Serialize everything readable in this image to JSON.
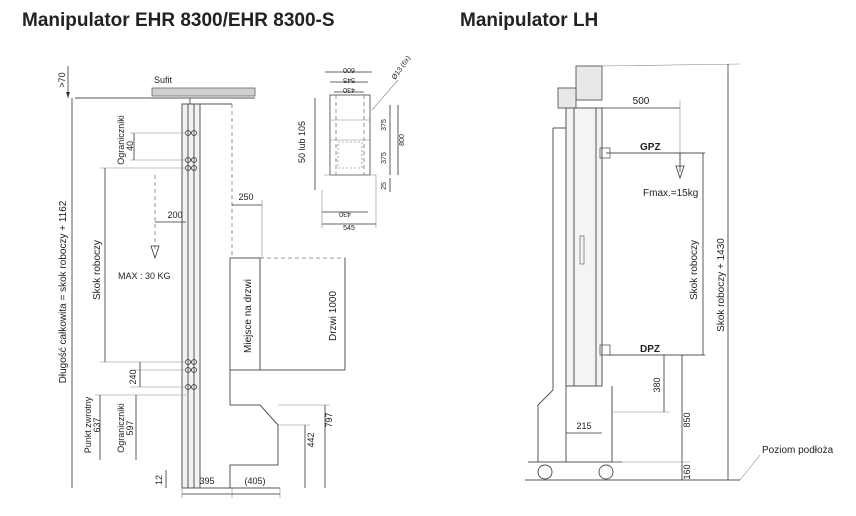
{
  "titles": {
    "left": "Manipulator EHR 8300/EHR 8300-S",
    "right": "Manipulator LH"
  },
  "left_drawing": {
    "ceiling": "Sufit",
    "min_clearance": ">70",
    "total_length": "Długość całkowita = skok roboczy + 1162",
    "limiters_top": "Ograniczniki",
    "limiters_top_val": "40",
    "arm": "200",
    "load": "MAX : 30 KG",
    "stroke": "Skok roboczy",
    "gap_240": "240",
    "return_point": "Punkt zwrotny",
    "return_point_val": "637",
    "limiters_bottom": "Ograniczniki",
    "limiters_bottom_val": "597",
    "base_12": "12",
    "width_395": "395",
    "width_405": "(405)",
    "door_offset": "250",
    "door_space": "Miejsce na drzwi",
    "door": "Drzwi 1000",
    "h_797": "797",
    "h_442": "442"
  },
  "section_view": {
    "w_600": "600",
    "w_545_top": "545",
    "w_430_top": "430",
    "hole": "Ø13 (6x)",
    "height_choice": "50 lub 105",
    "h_375a": "375",
    "h_800": "800",
    "h_375b": "375",
    "h_25": "25",
    "w_430_bot": "430",
    "w_545_bot": "545"
  },
  "right_drawing": {
    "reach": "500",
    "gpz": "GPZ",
    "fmax": "Fmax.=15kg",
    "stroke": "Skok roboczy",
    "total": "Skok roboczy + 1430",
    "dpz": "DPZ",
    "h_380": "380",
    "w_215": "215",
    "h_850": "850",
    "floor": "Poziom podłoża",
    "h_160": "160"
  }
}
